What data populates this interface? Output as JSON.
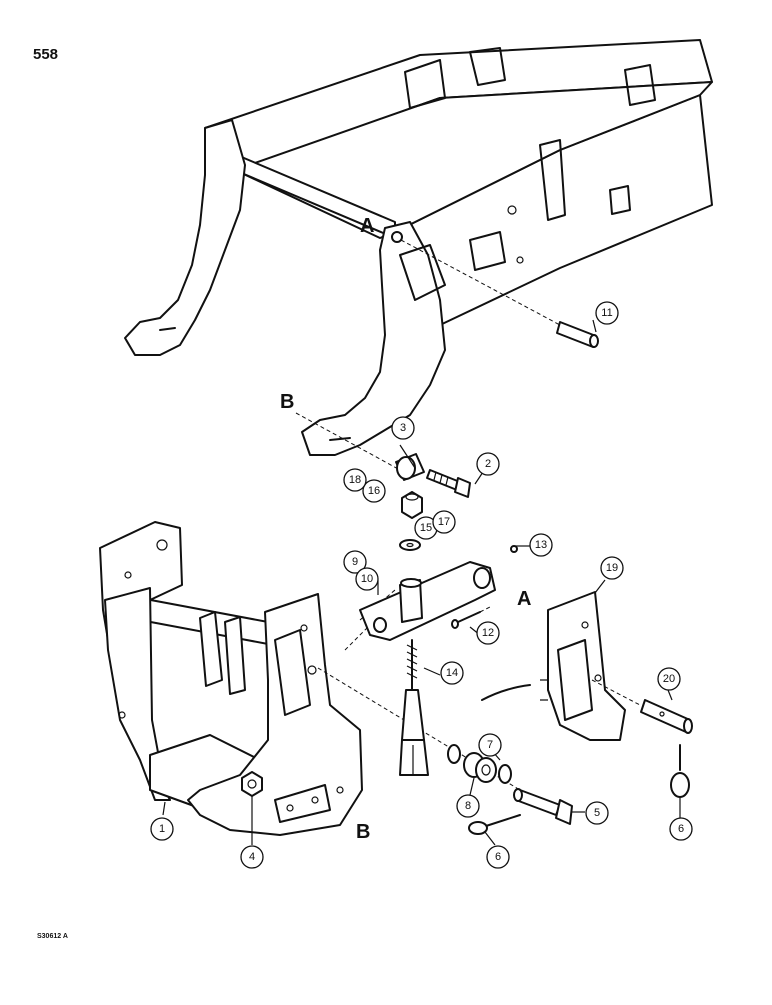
{
  "page_number": "558",
  "figure_code": "S30612 A",
  "reference_letters": {
    "a": "A",
    "b": "B"
  },
  "callouts": {
    "c1": "1",
    "c2": "2",
    "c3": "3",
    "c4": "4",
    "c5": "5",
    "c6a": "6",
    "c6b": "6",
    "c7": "7",
    "c8": "8",
    "c9": "9",
    "c10": "10",
    "c11": "11",
    "c12": "12",
    "c13": "13",
    "c14": "14",
    "c15": "15",
    "c16": "16",
    "c17": "17",
    "c18": "18",
    "c19": "19",
    "c20": "20"
  }
}
